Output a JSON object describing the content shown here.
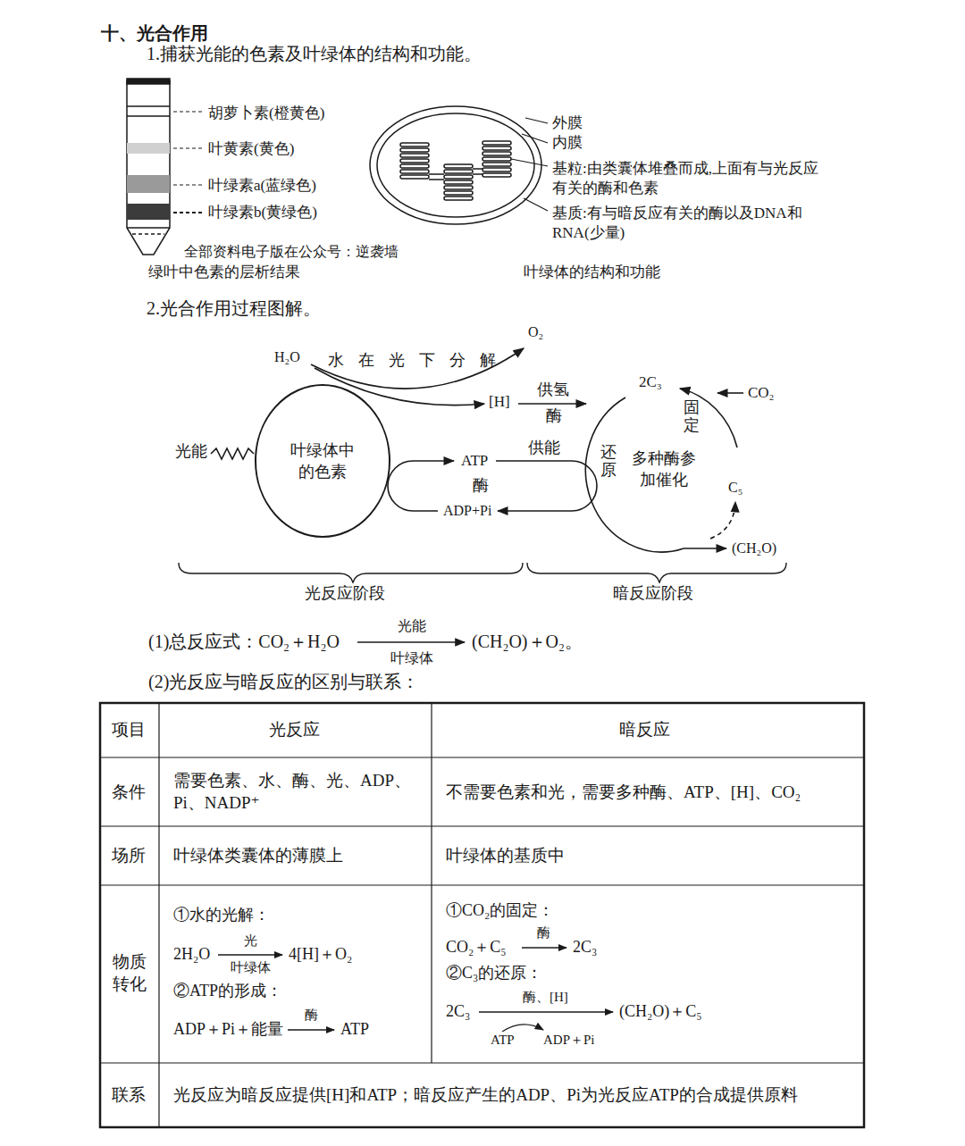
{
  "diagram": {
    "title": "十、光合作用",
    "nodes": [
      {
        "text": [
          "叶绿体中的色素"
        ]
      },
      {
        "text": [
          "多种酶参加催化"
        ]
      }
    ],
    "labels": [
      "1.捕获光能的色素及叶绿体的结构和功能。",
      "胡萝卜素(橙黄色)",
      "叶黄素(黄色)",
      "叶绿素a(蓝绿色)",
      "叶绿素b(黄绿色)",
      "全部资料电子版在公众号：逆袭墙",
      "绿叶中色素的层析结果",
      "外膜",
      "内膜",
      "基粒:由类囊体堆叠而成,上面有与光反应有关的酶和色素",
      "基质:有与暗反应有关的酶以及DNA和RNA(少量)",
      "叶绿体的结构和功能",
      "2.光合作用过程图解。",
      "H₂O",
      "水在光下分解",
      "O₂",
      "[H]",
      "供氢",
      "酶",
      "ATP",
      "酶",
      "ADP+Pi",
      "供能",
      "2C₃",
      "固定",
      "CO₂",
      "还原",
      "C₅",
      "(CH₂O)",
      "光能",
      "光反应阶段",
      "暗反应阶段",
      "(1)总反应式：CO₂＋H₂O",
      "光能",
      "叶绿体",
      "(CH₂O)＋O₂。",
      "(2)光反应与暗反应的区别与联系：",
      "项目",
      "光反应",
      "暗反应",
      "条件",
      "需要色素、水、酶、光、ADP、Pi、NADP⁺",
      "不需要色素和光，需要多种酶、ATP、[H]、CO₂",
      "场所",
      "叶绿体类囊体的薄膜上",
      "叶绿体的基质中",
      "物质转化",
      "①水的光解：",
      "2H₂O",
      "光",
      "叶绿体",
      "4[H]＋O₂",
      "②ATP的形成：",
      "ADP＋Pi＋能量",
      "酶",
      "ATP",
      "①CO₂的固定：",
      "CO₂＋C₅",
      "酶",
      "2C₃",
      "②C₃的还原：",
      "2C₃",
      "酶、[H]",
      "(CH₂O)＋C₅",
      "ATP",
      "ADP＋Pi",
      "联系",
      "光反应为暗反应提供[H]和ATP；暗反应产生的ADP、Pi为光反应ATP的合成提供原料"
    ]
  }
}
